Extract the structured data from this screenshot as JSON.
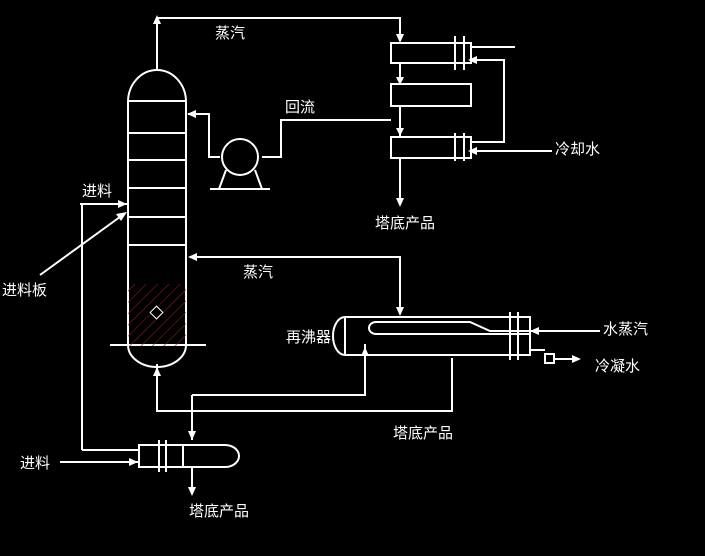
{
  "labels": {
    "steam_top": "蒸汽",
    "reflux": "回流",
    "cooling_water": "冷却水",
    "feed_top": "进料",
    "bottom_product_condenser": "塔底产品",
    "feed_plate": "进料板",
    "steam_mid": "蒸汽",
    "reboiler": "再沸器",
    "water_steam": "水蒸汽",
    "condensate": "冷凝水",
    "bottom_product_reboiler": "塔底产品",
    "feed_left": "进料",
    "bottom_product_preheater": "塔底产品"
  },
  "colors": {
    "background": "#000000",
    "line": "#ffffff",
    "bottoms_liquid": "#8b1a1a"
  }
}
